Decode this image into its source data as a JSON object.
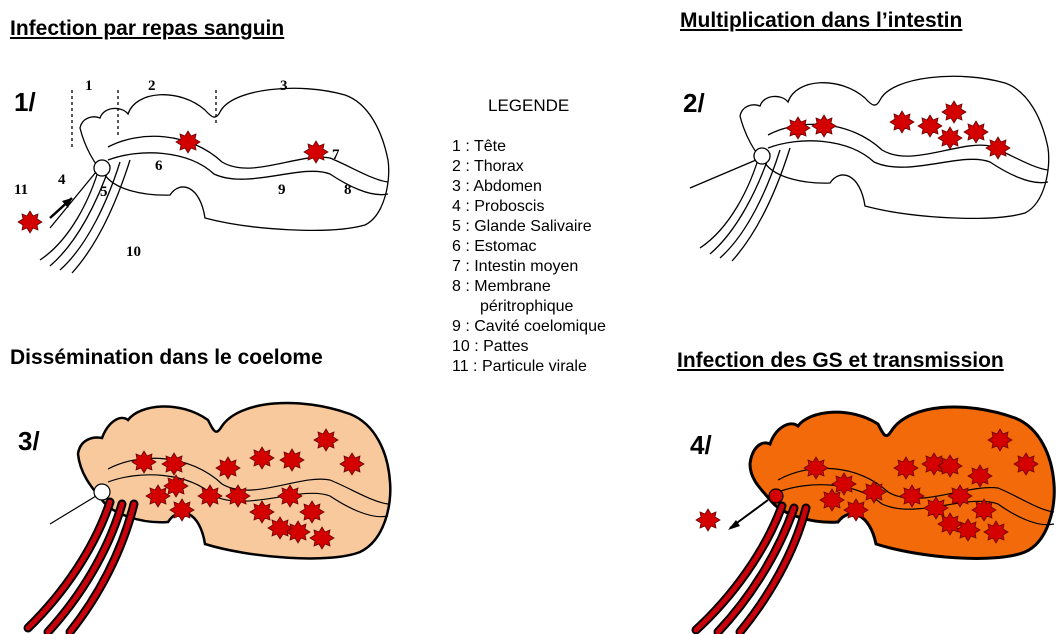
{
  "panels": [
    {
      "step": "1/",
      "title": "Infection par repas sanguin"
    },
    {
      "step": "2/",
      "title": "Multiplication dans l’intestin"
    },
    {
      "step": "3/",
      "title": "Dissémination dans le coelome"
    },
    {
      "step": "4/",
      "title": "Infection des GS et transmission"
    }
  ],
  "part_numbers": [
    "1",
    "2",
    "3",
    "4",
    "5",
    "6",
    "7",
    "8",
    "9",
    "10",
    "11"
  ],
  "legend": {
    "title": "LEGENDE",
    "items": [
      "1 : Tête",
      "2 : Thorax",
      "3 : Abdomen",
      "4 : Proboscis",
      "5 : Glande Salivaire",
      "6 : Estomac",
      "7 : Intestin moyen",
      "8 : Membrane péritrophique",
      "9 : Cavité coelomique",
      "10 : Pattes",
      "11 : Particule virale"
    ]
  },
  "colors": {
    "virus": "#d40000",
    "stage3_body": "#f8c99d",
    "stage4_body": "#f26a0a",
    "legs_red": "#c8000b"
  }
}
